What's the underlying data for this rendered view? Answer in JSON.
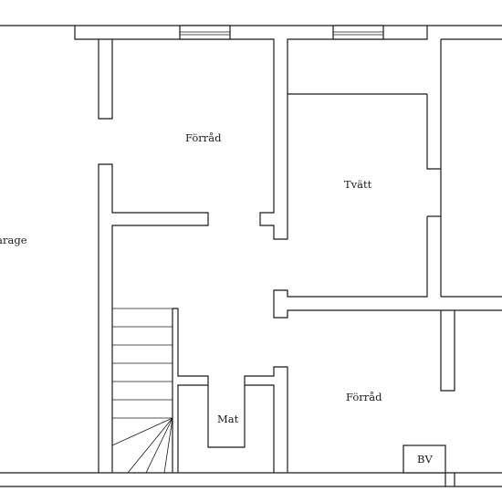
{
  "plan": {
    "rooms": [
      {
        "id": "garage",
        "label": "Garage"
      },
      {
        "id": "forrad-top",
        "label": "Förråd"
      },
      {
        "id": "tvatt",
        "label": "Tvätt"
      },
      {
        "id": "mat",
        "label": "Mat"
      },
      {
        "id": "forrad-bottom",
        "label": "Förråd"
      },
      {
        "id": "bv",
        "label": "BV"
      }
    ],
    "colors": {
      "line": "#1a1a1a",
      "background": "#ffffff"
    }
  }
}
